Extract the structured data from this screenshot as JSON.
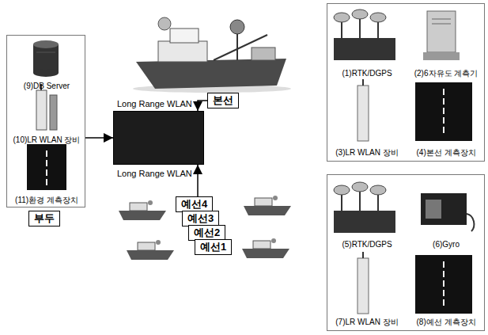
{
  "diagram": {
    "nodes": [
      {
        "text": [
          "(9)DB Server",
          "(10)LR WLAN 장비",
          "(11)환경 계측장치"
        ]
      },
      {
        "text": [
          "부두"
        ]
      },
      {
        "text": [
          "Long Range WLAN",
          "Long Range WLAN"
        ]
      },
      {
        "text": [
          "본선"
        ]
      },
      {
        "text": [
          "(1)RTK/DGPS",
          "(2)6자유도 계측기",
          "(3)LR WLAN 장비",
          "(4)본선 계측장치"
        ]
      },
      {
        "text": [
          "예선4"
        ]
      },
      {
        "text": [
          "예선3"
        ]
      },
      {
        "text": [
          "예선2"
        ]
      },
      {
        "text": [
          "예선1"
        ]
      },
      {
        "text": [
          "(5)RTK/DGPS",
          "(6)Gyro",
          "(7)LR WLAN 장비",
          "(8)예선 계측장치"
        ]
      }
    ],
    "edges": [
      {
        "from": 0,
        "to": 2,
        "arrow": "to"
      },
      {
        "from": 3,
        "to": 2,
        "arrow": "to"
      },
      {
        "from": 5,
        "to": 2,
        "arrow": "to"
      }
    ]
  }
}
